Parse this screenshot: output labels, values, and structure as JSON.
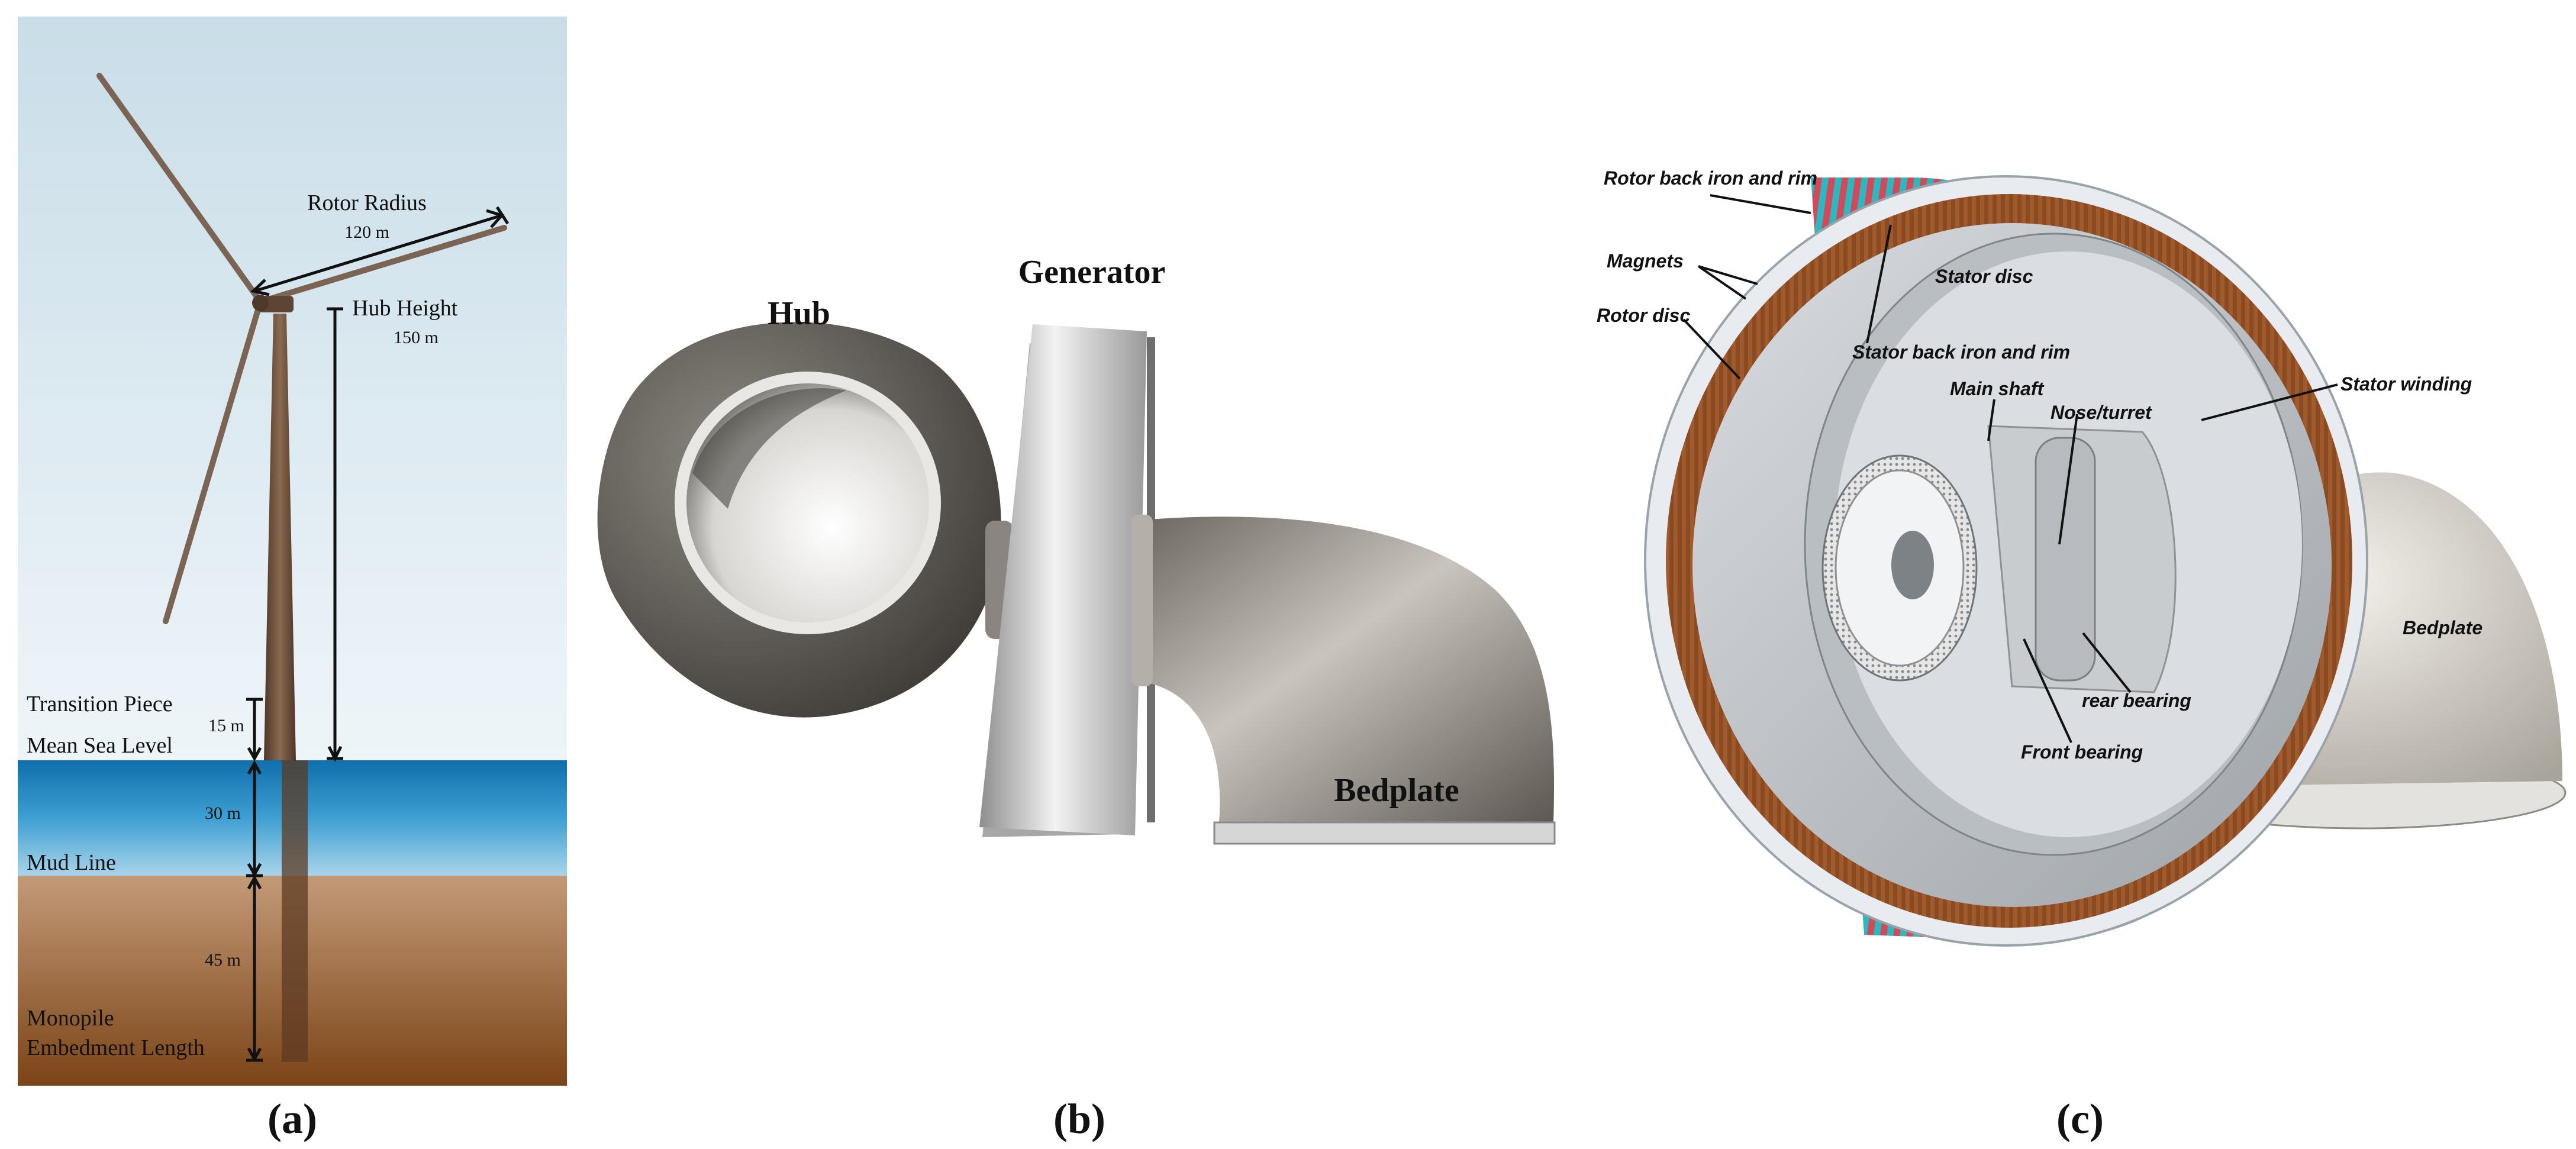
{
  "panel_a": {
    "rotor_radius_label": "Rotor Radius",
    "rotor_radius_value": "120 m",
    "hub_height_label": "Hub Height",
    "hub_height_value": "150 m",
    "transition_piece_label": "Transition Piece",
    "transition_piece_value": "15 m",
    "mean_sea_level_label": "Mean Sea Level",
    "water_depth_value": "30 m",
    "mud_line_label": "Mud Line",
    "embedment_value": "45 m",
    "monopile_label_line1": "Monopile",
    "monopile_label_line2": "Embedment Length",
    "caption": "(a)",
    "colors": {
      "sky": "#dcebf3",
      "water": "#1f8ac4",
      "soil": "#9a5a2e",
      "tower": "#6b4a36"
    }
  },
  "panel_b": {
    "hub_label": "Hub",
    "generator_label": "Generator",
    "bedplate_label": "Bedplate",
    "caption": "(b)"
  },
  "panel_c": {
    "rotor_back_iron_label": "Rotor back iron and rim",
    "magnets_label": "Magnets",
    "rotor_disc_label": "Rotor disc",
    "stator_disc_label": "Stator disc",
    "stator_back_iron_label": "Stator back iron and rim",
    "main_shaft_label": "Main shaft",
    "nose_turret_label": "Nose/turret",
    "stator_winding_label": "Stator winding",
    "bedplate_label": "Bedplate",
    "rear_bearing_label": "rear bearing",
    "front_bearing_label": "Front bearing",
    "caption": "(c)",
    "colors": {
      "winding_red": "#d24a5a",
      "winding_cyan": "#2cb8c0",
      "magnet_brown": "#8a4a22"
    }
  }
}
